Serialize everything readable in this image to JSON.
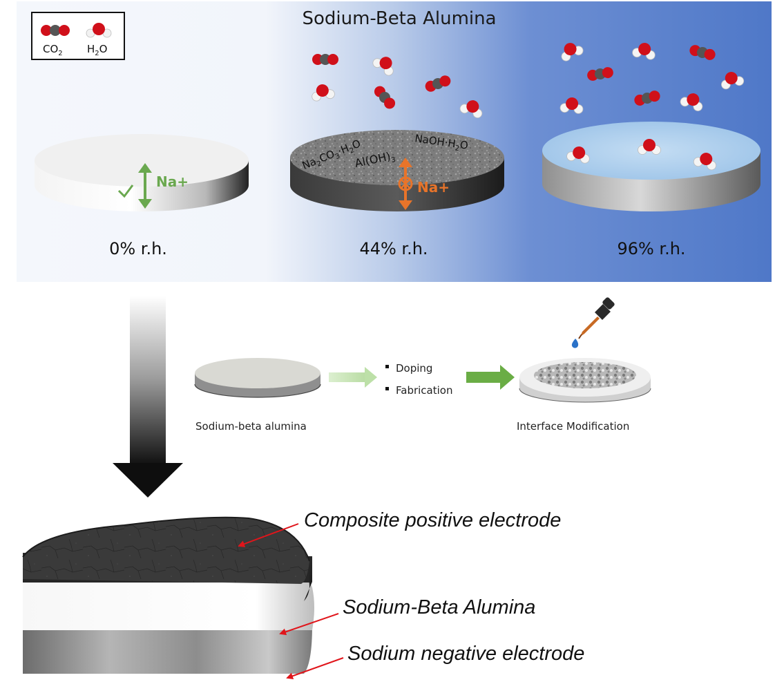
{
  "top_panel": {
    "title": "Sodium-Beta Alumina",
    "legend": {
      "co2_text": "CO",
      "co2_sub": "2",
      "h2o_text_a": "H",
      "h2o_sub": "2",
      "h2o_text_b": "O"
    },
    "conditions": [
      {
        "rh_label": "0% r.h."
      },
      {
        "rh_label": "44% r.h."
      },
      {
        "rh_label": "96% r.h."
      }
    ],
    "disk1": {
      "ion_label": "Na+"
    },
    "disk2": {
      "product_1_a": "Na",
      "product_1_sub1": "2",
      "product_1_b": "CO",
      "product_1_sub2": "3",
      "product_1_c": "·H",
      "product_1_sub3": "2",
      "product_1_d": "O",
      "product_2_a": "Al(OH)",
      "product_2_sub": "3",
      "product_3_a": "NaOH·H",
      "product_3_sub": "2",
      "product_3_b": "O",
      "ion_label": "Na+"
    },
    "colors": {
      "panel_left": "#f4f7fc",
      "panel_right": "#4f78c8",
      "green": "#6aa84f",
      "orange": "#e8742a",
      "oxygen_red": "#d0101a",
      "carbon_grey": "#555555"
    }
  },
  "process": {
    "start_label": "Sodium-beta alumina",
    "steps": [
      "Doping",
      "Fabrication"
    ],
    "end_label": "Interface Modification"
  },
  "cell": {
    "layers": [
      {
        "label": "Composite positive electrode"
      },
      {
        "label": "Sodium-Beta Alumina"
      },
      {
        "label": "Sodium negative electrode"
      }
    ]
  }
}
